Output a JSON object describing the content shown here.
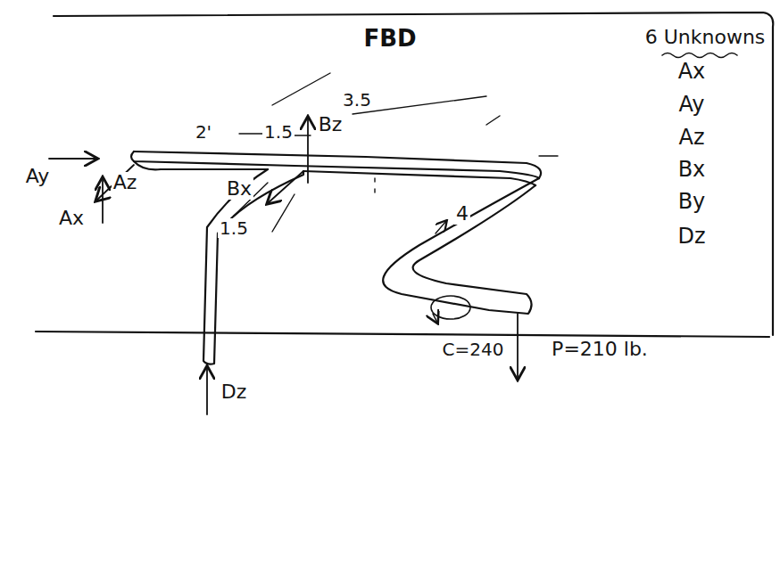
{
  "diagram": {
    "title": "FBD",
    "labels": [
      "6 Unknowns",
      "Ax",
      "Ay",
      "Az",
      "Bx",
      "By",
      "Dz",
      "Ay",
      "Ax",
      "Az",
      "2'",
      "1.5",
      "Bz",
      "3.5",
      "Bx",
      "1.5",
      "4",
      "Dz",
      "C=240",
      "P=210 lb."
    ]
  }
}
